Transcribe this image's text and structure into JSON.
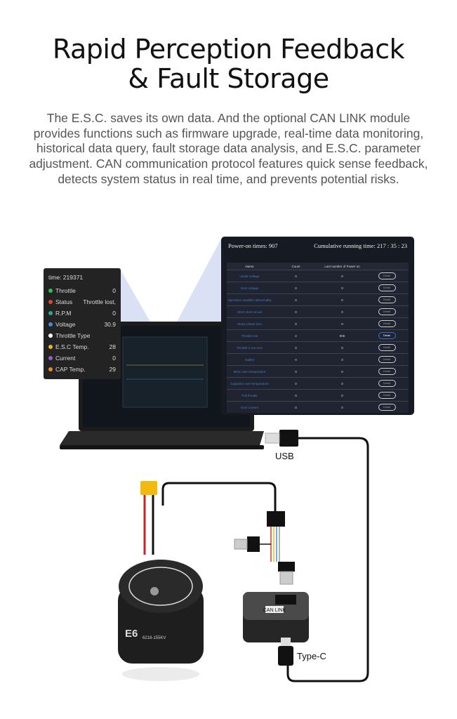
{
  "heading": {
    "line1": "Rapid Perception Feedback",
    "line2": "& Fault Storage"
  },
  "description": "The E.S.C. saves its own data. And the optional CAN LINK module provides functions such as firmware upgrade, real-time data monitoring, historical data query, fault storage data analysis, and E.S.C. parameter adjustment. CAN communication protocol features quick sense feedback, detects system status in real time, and prevents potential risks.",
  "telemetry": {
    "time": "time: 219371",
    "rows": [
      {
        "label": "Throttle",
        "value": "0",
        "color": "#2fbf5a"
      },
      {
        "label": "Status",
        "value": "Throttle lost,",
        "color": "#e0443a"
      },
      {
        "label": "R.P.M",
        "value": "0",
        "color": "#1fb08a"
      },
      {
        "label": "Voltage",
        "value": "30.9",
        "color": "#3a8fd8"
      },
      {
        "label": "Throttle Type",
        "value": "",
        "color": "#ffffff"
      },
      {
        "label": "E.S.C Temp.",
        "value": "28",
        "color": "#e8b820"
      },
      {
        "label": "Current",
        "value": "0",
        "color": "#9a5cc8"
      },
      {
        "label": "CAP Temp.",
        "value": "29",
        "color": "#e88a20"
      }
    ]
  },
  "fault_panel": {
    "power_on": "Power-on times: 907",
    "running_time": "Cumulative running time: 217 : 35 : 23",
    "columns": [
      "Name",
      "Count",
      "Last number of Power on"
    ],
    "button_label": "Detail",
    "rows": [
      {
        "name": "Under voltage",
        "count": "0",
        "last": "0"
      },
      {
        "name": "Over voltage",
        "count": "0",
        "last": "0"
      },
      {
        "name": "Operation amplifier abnormality",
        "count": "0",
        "last": "0"
      },
      {
        "name": "MOS short circuit",
        "count": "0",
        "last": "0"
      },
      {
        "name": "Motor phase loss",
        "count": "0",
        "last": "0"
      },
      {
        "name": "Throttle lost",
        "count": "2",
        "last": "905",
        "active": true
      },
      {
        "name": "Throttle is not zero",
        "count": "0",
        "last": "0"
      },
      {
        "name": "stalled",
        "count": "0",
        "last": "0"
      },
      {
        "name": "MOS over temperature",
        "count": "0",
        "last": "0"
      },
      {
        "name": "Capacitor over temperature",
        "count": "0",
        "last": "0"
      },
      {
        "name": "Full throttle",
        "count": "0",
        "last": "0"
      },
      {
        "name": "Over current",
        "count": "0",
        "last": "0"
      }
    ]
  },
  "labels": {
    "usb": "USB",
    "typec": "Type-C",
    "can_link": "CAN LINK",
    "motor_model": "E6",
    "motor_spec": "6218-155KV"
  }
}
